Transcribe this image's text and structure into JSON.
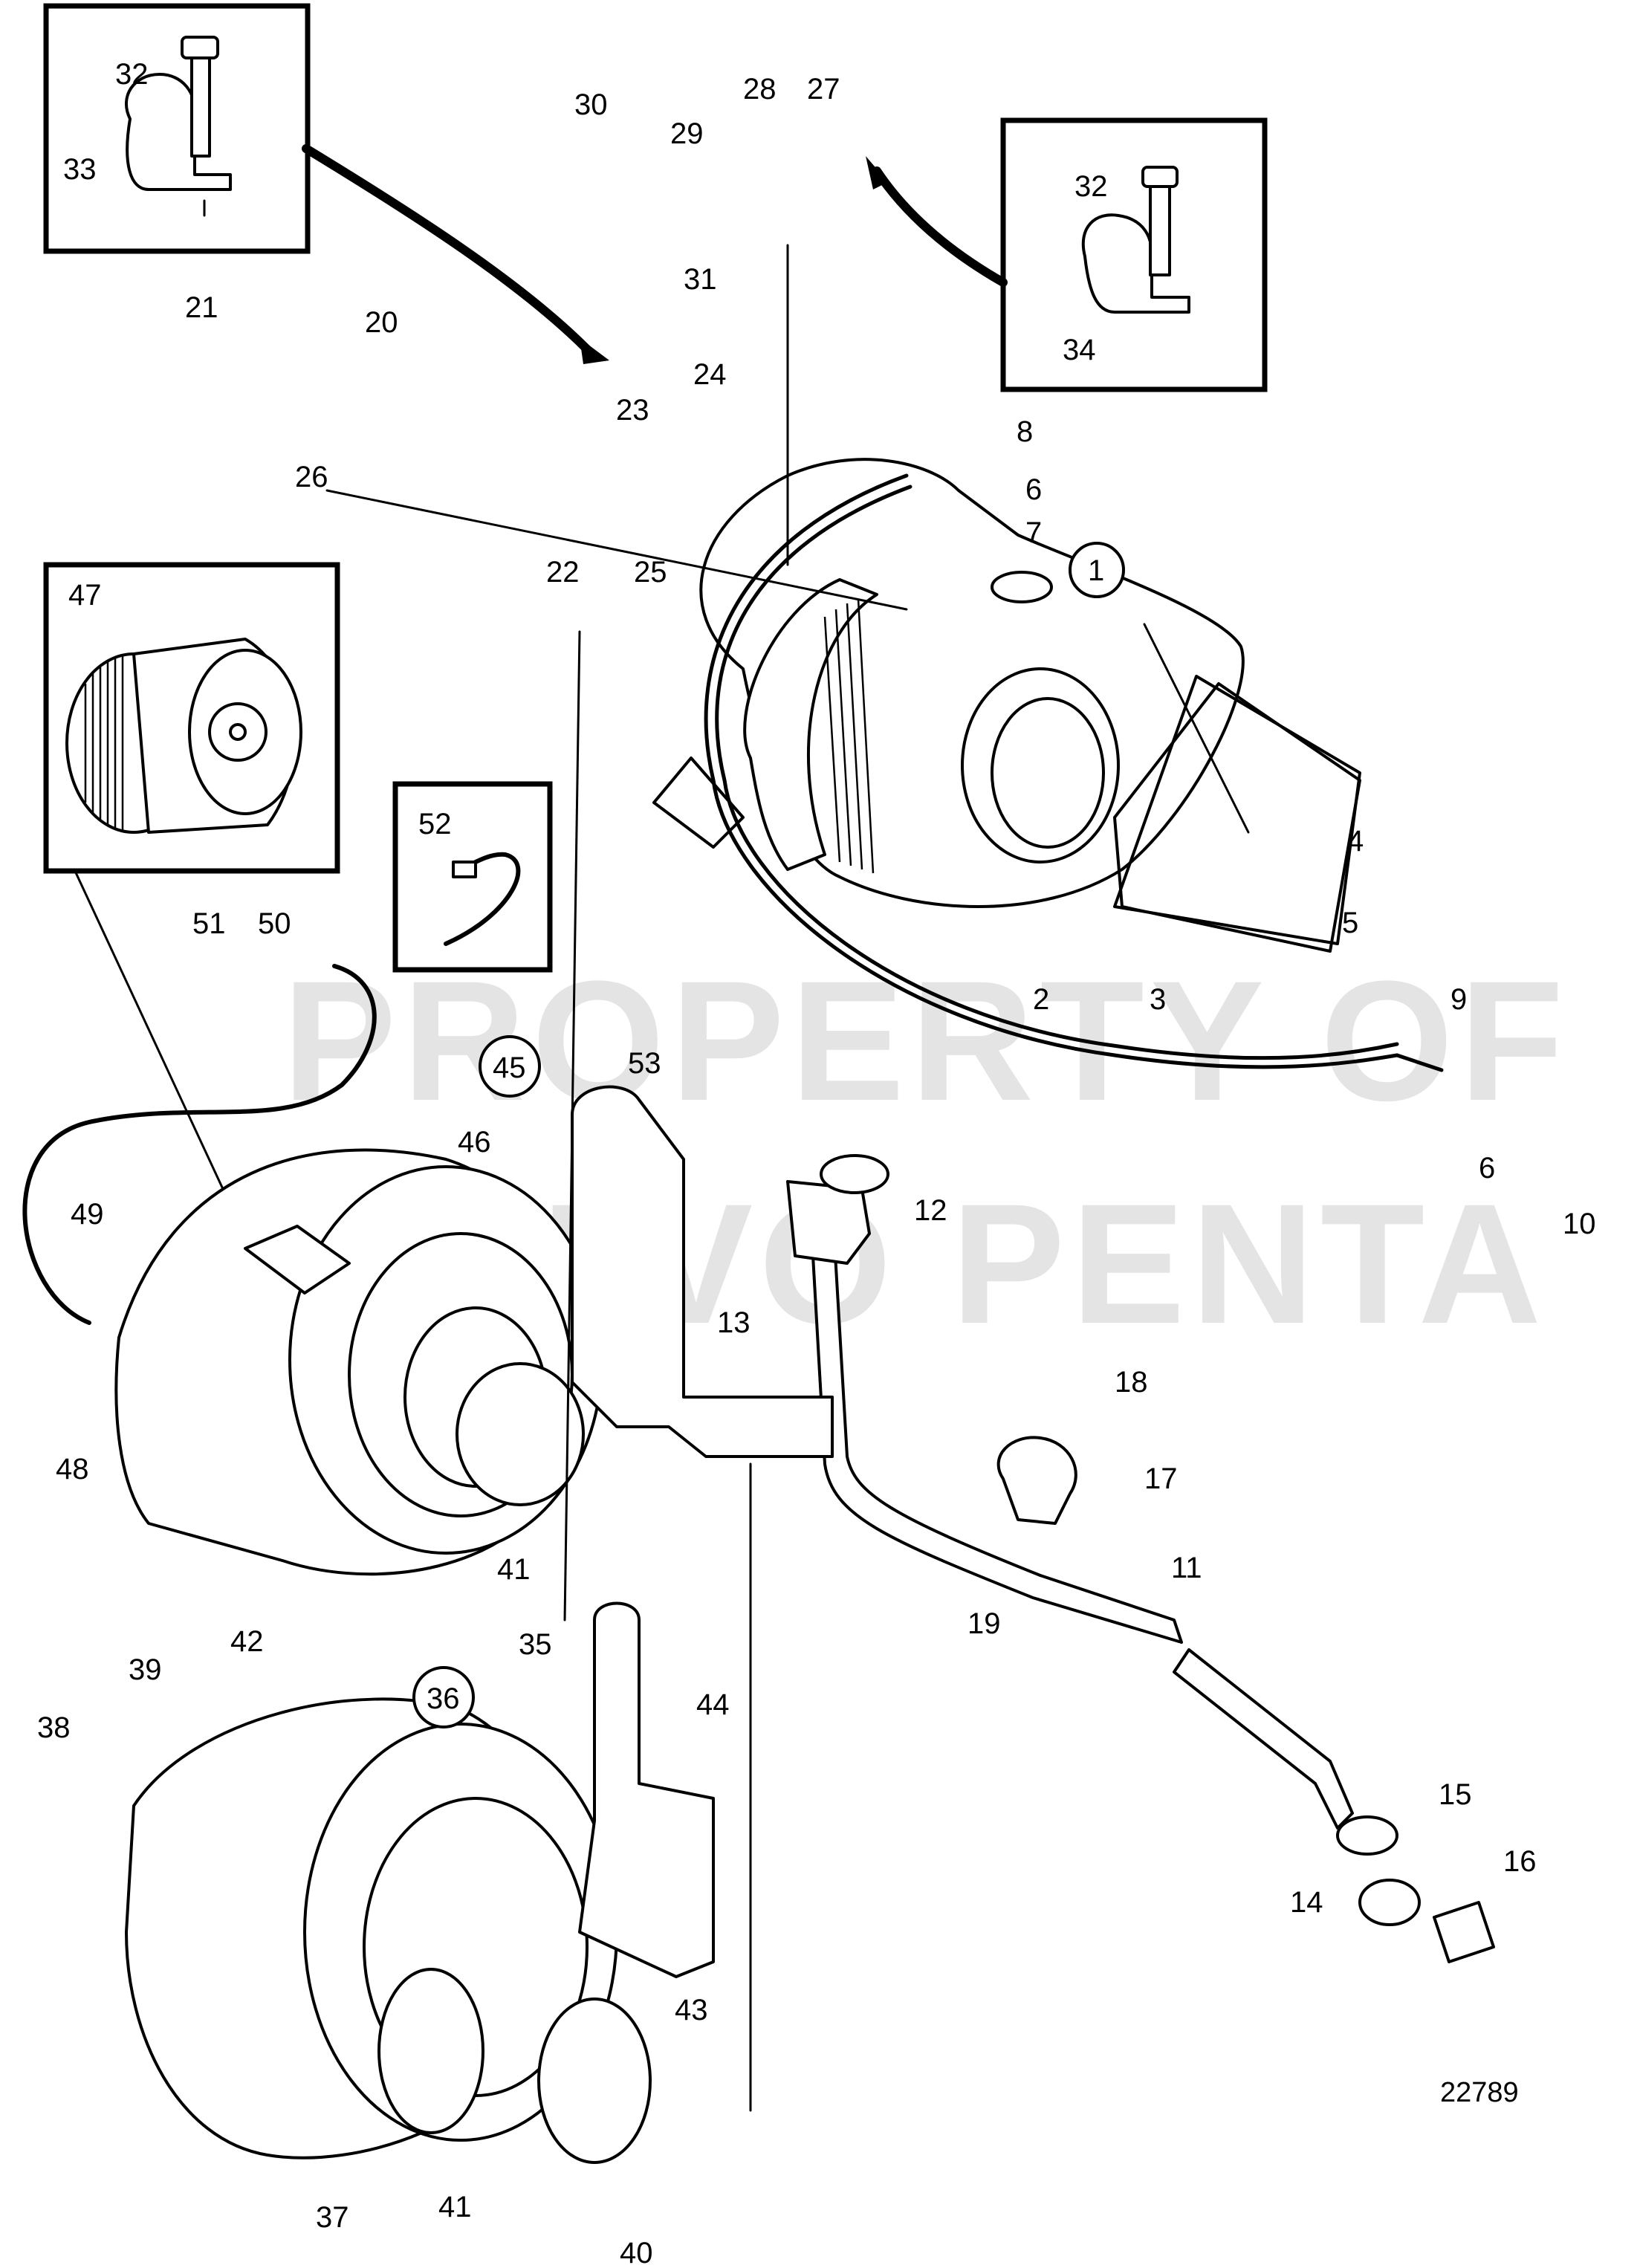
{
  "diagram_id": "22789",
  "watermark_line1": "PROPERTY OF",
  "watermark_line2": "VOLVO PENTA",
  "callouts": [
    "1",
    "2",
    "3",
    "4",
    "5",
    "6",
    "7",
    "8",
    "9",
    "10",
    "11",
    "12",
    "13",
    "14",
    "15",
    "16",
    "17",
    "18",
    "19",
    "20",
    "21",
    "22",
    "23",
    "24",
    "25",
    "26",
    "27",
    "28",
    "29",
    "30",
    "31",
    "32",
    "33",
    "34",
    "35",
    "36",
    "37",
    "38",
    "39",
    "40",
    "41",
    "42",
    "43",
    "44",
    "45",
    "46",
    "47",
    "48",
    "49",
    "50",
    "51",
    "52",
    "53"
  ],
  "circled_callouts": [
    "1",
    "36",
    "45"
  ]
}
